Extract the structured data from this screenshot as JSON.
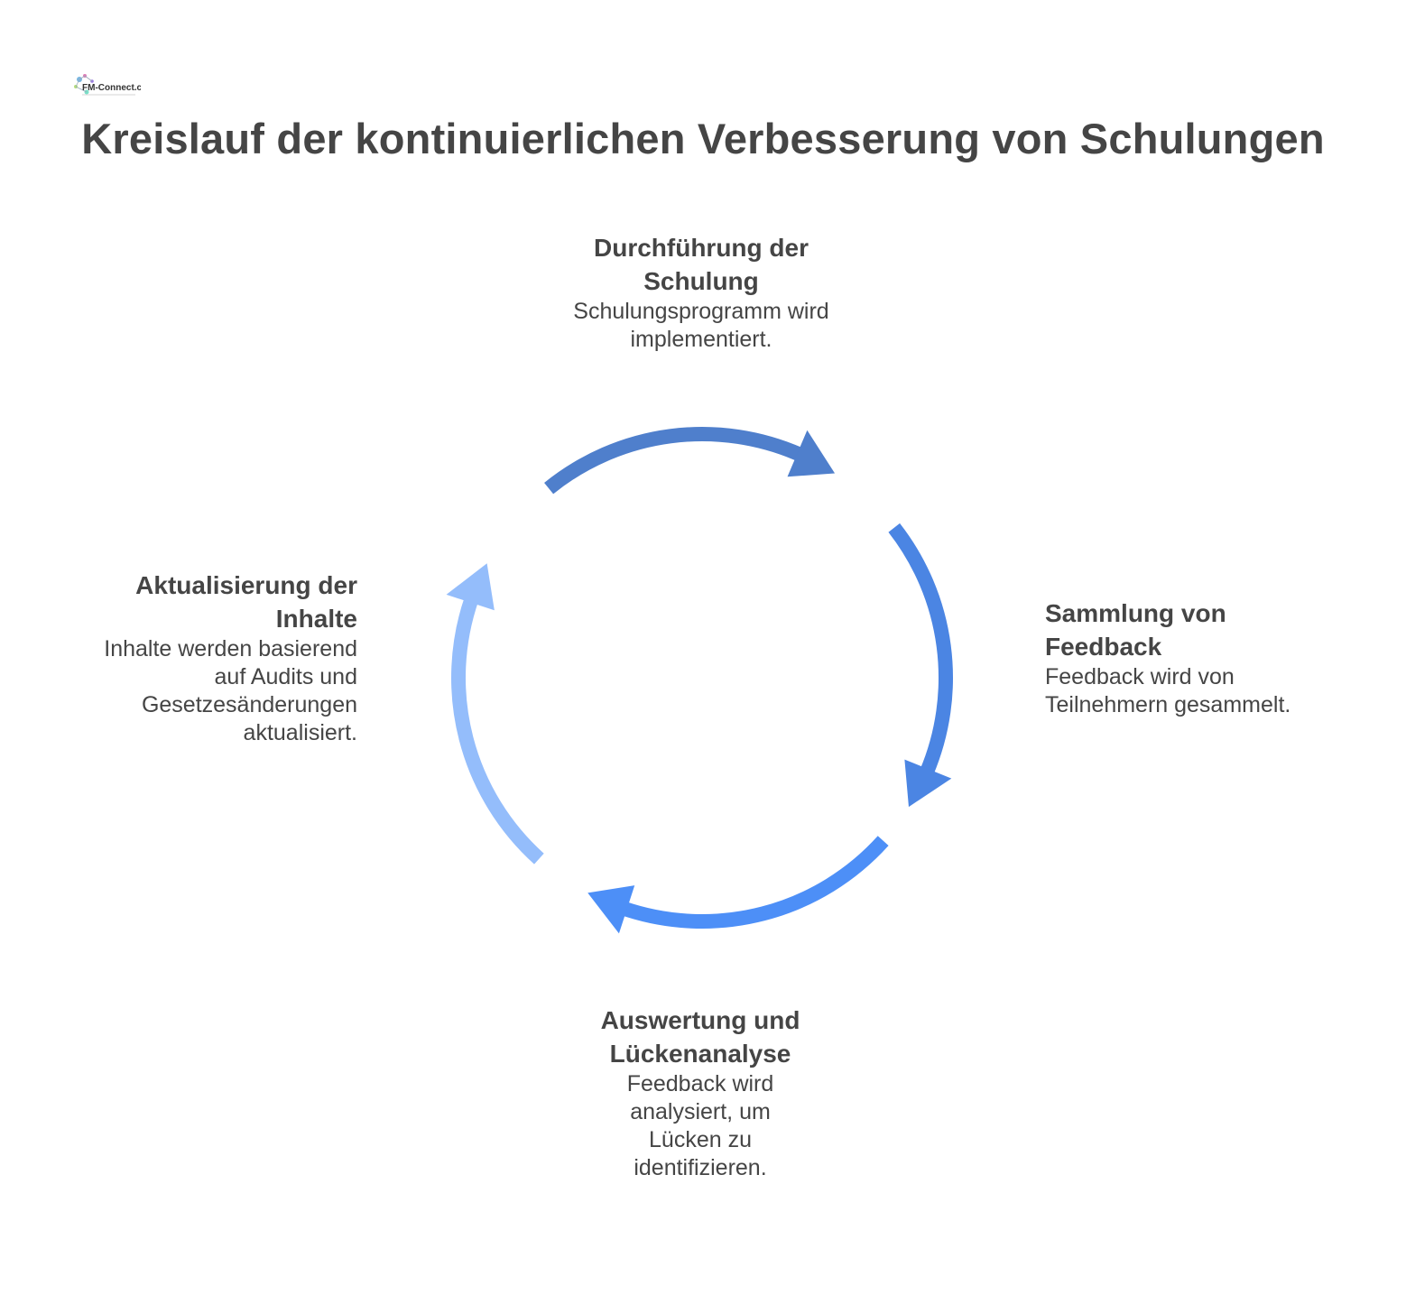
{
  "logo": {
    "text": "FM-Connect.com",
    "icon": "fm-connect-logo"
  },
  "title": "Kreislauf der kontinuierlichen Verbesserung von Schulungen",
  "colors": {
    "arc_top": "#4f7fcc",
    "arc_right": "#4b85e3",
    "arc_bottom": "#4d8ff7",
    "arc_left": "#94bdfb",
    "text": "#454545"
  },
  "steps": [
    {
      "title": "Durchführung der Schulung",
      "description": "Schulungsprogramm wird implementiert."
    },
    {
      "title": "Sammlung von Feedback",
      "description": "Feedback wird von Teilnehmern gesammelt."
    },
    {
      "title": "Auswertung und Lückenanalyse",
      "description": "Feedback wird analysiert, um Lücken zu identifizieren."
    },
    {
      "title": "Aktualisierung der Inhalte",
      "description": "Inhalte werden basierend auf Audits und Gesetzesänderungen aktualisiert."
    }
  ]
}
